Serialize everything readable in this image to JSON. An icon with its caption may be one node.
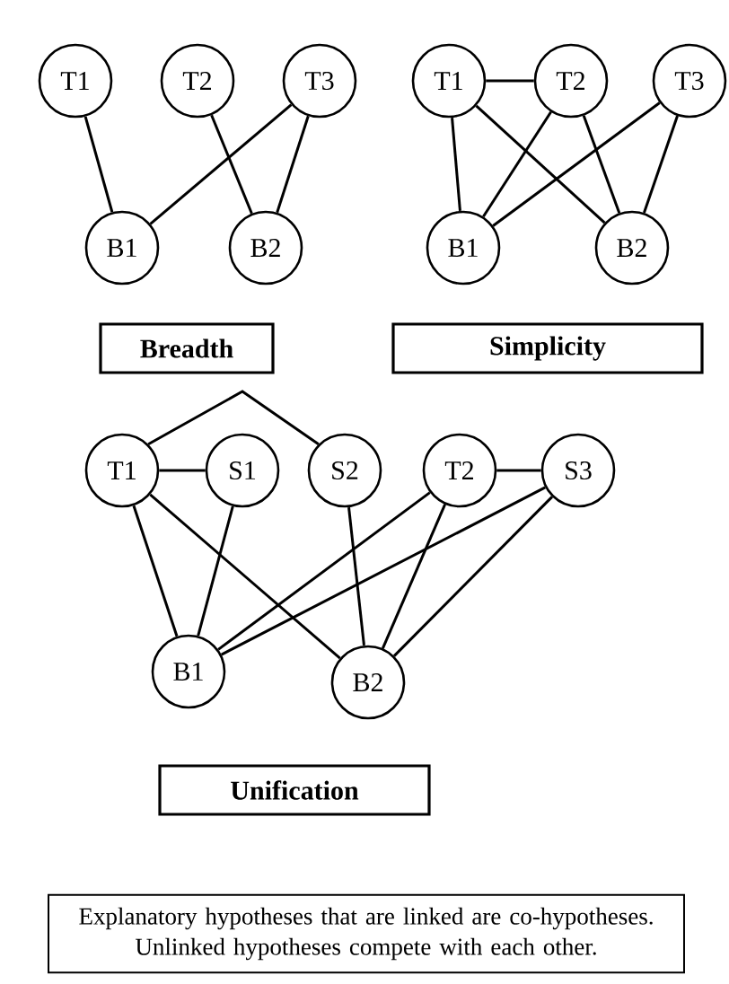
{
  "diagram": {
    "nodes": [
      {
        "text": [
          "T1"
        ]
      },
      {
        "text": [
          "T2"
        ]
      },
      {
        "text": [
          "T3"
        ]
      },
      {
        "text": [
          "B1"
        ]
      },
      {
        "text": [
          "B2"
        ]
      },
      {
        "text": [
          "Breadth"
        ]
      },
      {
        "text": [
          "T1"
        ]
      },
      {
        "text": [
          "T2"
        ]
      },
      {
        "text": [
          "T3"
        ]
      },
      {
        "text": [
          "B1"
        ]
      },
      {
        "text": [
          "B2"
        ]
      },
      {
        "text": [
          "Simplicity"
        ]
      },
      {
        "text": [
          "T1"
        ]
      },
      {
        "text": [
          "S1"
        ]
      },
      {
        "text": [
          "S2"
        ]
      },
      {
        "text": [
          "T2"
        ]
      },
      {
        "text": [
          "S3"
        ]
      },
      {
        "text": [
          "B1"
        ]
      },
      {
        "text": [
          "B2"
        ]
      },
      {
        "text": [
          "Unification"
        ]
      },
      {
        "text": [
          "Explanatory hypotheses that are linked are co-hypotheses. Unlinked hypotheses compete with each other."
        ]
      }
    ],
    "edges": [
      {
        "from": 0,
        "to": 3,
        "arrow": "none"
      },
      {
        "from": 1,
        "to": 4,
        "arrow": "none"
      },
      {
        "from": 2,
        "to": 3,
        "arrow": "none"
      },
      {
        "from": 2,
        "to": 4,
        "arrow": "none"
      },
      {
        "from": 6,
        "to": 7,
        "arrow": "none"
      },
      {
        "from": 6,
        "to": 9,
        "arrow": "none"
      },
      {
        "from": 6,
        "to": 10,
        "arrow": "none"
      },
      {
        "from": 7,
        "to": 9,
        "arrow": "none"
      },
      {
        "from": 7,
        "to": 10,
        "arrow": "none"
      },
      {
        "from": 8,
        "to": 9,
        "arrow": "none"
      },
      {
        "from": 8,
        "to": 10,
        "arrow": "none"
      },
      {
        "from": 12,
        "to": 14,
        "arrow": "none"
      },
      {
        "from": 12,
        "to": 13,
        "arrow": "none"
      },
      {
        "from": 12,
        "to": 17,
        "arrow": "none"
      },
      {
        "from": 12,
        "to": 18,
        "arrow": "none"
      },
      {
        "from": 13,
        "to": 17,
        "arrow": "none"
      },
      {
        "from": 14,
        "to": 18,
        "arrow": "none"
      },
      {
        "from": 15,
        "to": 17,
        "arrow": "none"
      },
      {
        "from": 15,
        "to": 18,
        "arrow": "none"
      },
      {
        "from": 15,
        "to": 16,
        "arrow": "none"
      },
      {
        "from": 16,
        "to": 17,
        "arrow": "none"
      },
      {
        "from": 16,
        "to": 18,
        "arrow": "none"
      }
    ]
  }
}
